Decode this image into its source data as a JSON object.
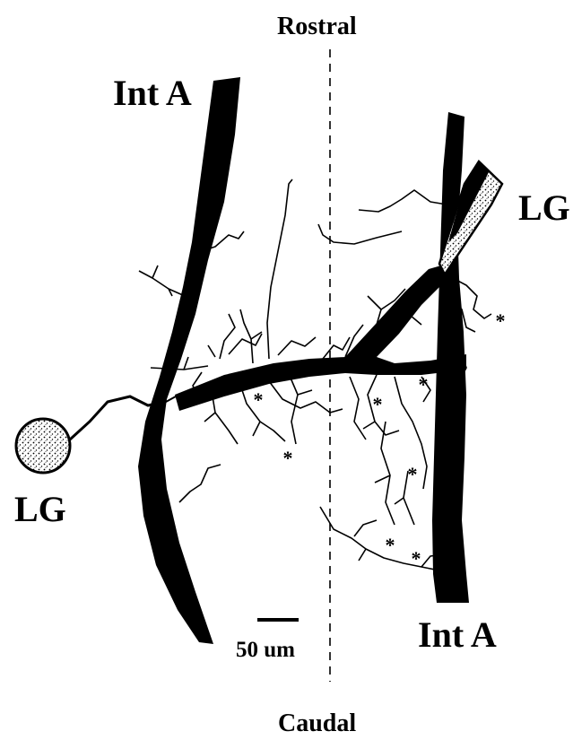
{
  "labels": {
    "rostral": "Rostral",
    "caudal": "Caudal",
    "int_a_left": "Int A",
    "int_a_right": "Int A",
    "lg_right": "LG",
    "lg_left": "LG",
    "scale": "50 um"
  },
  "markers": {
    "asterisk": "*"
  },
  "colors": {
    "ink": "#000000",
    "paper": "#ffffff"
  }
}
